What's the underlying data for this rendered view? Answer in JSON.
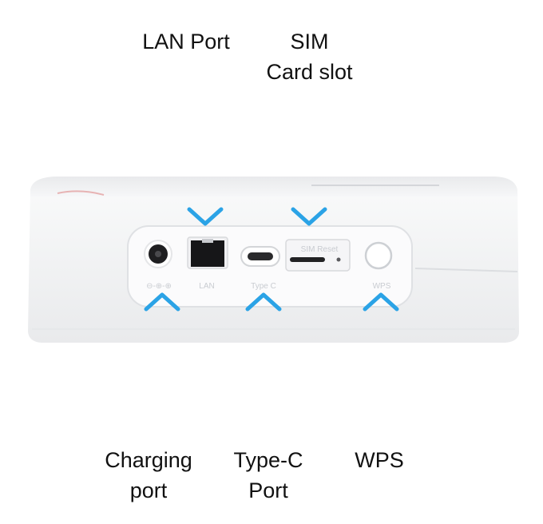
{
  "labels": {
    "lan": "LAN Port",
    "sim_line1": "SIM",
    "sim_line2": "Card slot",
    "charging_line1": "Charging",
    "charging_line2": "port",
    "typec_line1": "Type-C",
    "typec_line2": "Port",
    "wps": "WPS"
  },
  "device_markings": {
    "charging": "⊖-⊕-⊕",
    "lan": "LAN",
    "typec": "Type C",
    "sim": "SIM Reset",
    "wps": "WPS"
  },
  "colors": {
    "arrow": "#38a9e8",
    "device_body": "#f1f2f4",
    "panel": "#fbfbfc"
  }
}
